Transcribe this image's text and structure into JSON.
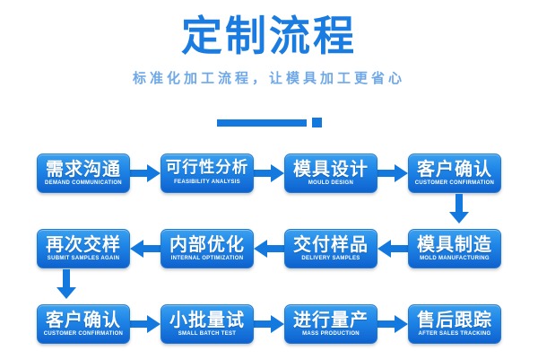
{
  "header": {
    "title": "定制流程",
    "subtitle": "标准化加工流程，让模具加工更省心",
    "divider_icon": "bar-and-square-divider"
  },
  "colors": {
    "brand_blue": "#1479df",
    "box_top": "#3aa0ef",
    "box_bottom": "#0f62cf",
    "title_blue": "#1a7ce0",
    "subtitle_blue": "#6fa8e8",
    "arrow_blue": "#1479df",
    "background": "#ffffff"
  },
  "flow": {
    "rows": [
      {
        "direction": "left-to-right",
        "steps": [
          {
            "cn": "需求沟通",
            "en": "DEMAND COMMUNICATION"
          },
          {
            "cn": "可行性分析",
            "en": "FEASIBILITY ANALYSIS"
          },
          {
            "cn": "模具设计",
            "en": "MOULD DESIGN"
          },
          {
            "cn": "客户确认",
            "en": "CUSTOMER CONFIRMATION"
          }
        ],
        "arrow_icon": "arrow-right-icon"
      },
      {
        "direction": "right-to-left",
        "steps": [
          {
            "cn": "再次交样",
            "en": "SUBMIT SAMPLES AGAIN"
          },
          {
            "cn": "内部优化",
            "en": "INTERNAL OPTIMIZATION"
          },
          {
            "cn": "交付样品",
            "en": "DELIVERY SAMPLES"
          },
          {
            "cn": "模具制造",
            "en": "MOLD MANUFACTURING"
          }
        ],
        "arrow_icon": "arrow-left-icon"
      },
      {
        "direction": "left-to-right",
        "steps": [
          {
            "cn": "客户确认",
            "en": "CUSTOMER CONFIRMATION"
          },
          {
            "cn": "小批量试",
            "en": "SMALL BATCH TEST"
          },
          {
            "cn": "进行量产",
            "en": "MASS PRODUCTION"
          },
          {
            "cn": "售后跟踪",
            "en": "AFTER SALES TRACKING"
          }
        ],
        "arrow_icon": "arrow-right-icon"
      }
    ],
    "connectors": [
      {
        "icon": "arrow-down-icon",
        "from": "客户确认",
        "to": "模具制造"
      },
      {
        "icon": "arrow-down-icon",
        "from": "再次交样",
        "to": "客户确认"
      }
    ]
  }
}
